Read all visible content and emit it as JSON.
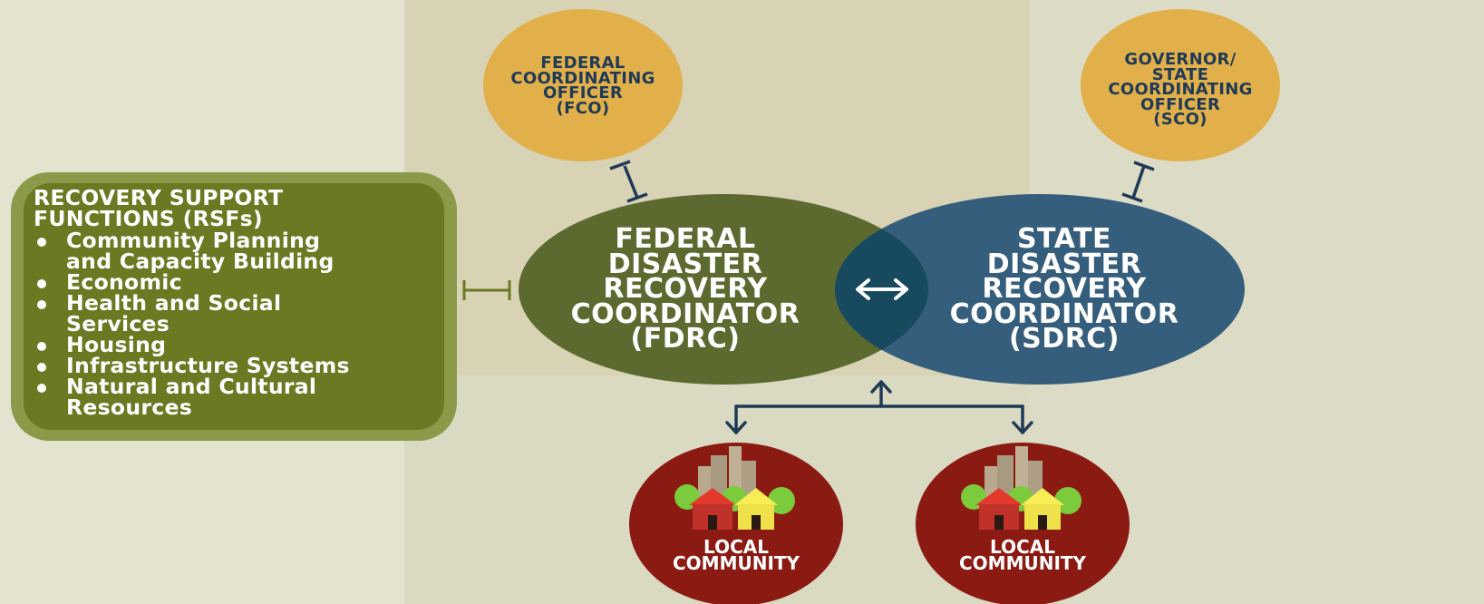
{
  "colors": {
    "background_left": "#e3e3d0",
    "background_center": "#d8d3b5",
    "background_right": "#dcdcc6",
    "rsf_box_outer": "#8a9a48",
    "rsf_box_inner": "#6a7a22",
    "fdrc_oval": "#5c6a30",
    "sdrc_oval": "#355e7c",
    "overlap": "#174a5e",
    "coordinator_circle": "#e2b04a",
    "local_circle": "#8a1a12",
    "connector_dark": "#1f3a56",
    "connector_green": "#6a7a22"
  },
  "nodes": {
    "fco": {
      "lines": [
        "FEDERAL",
        "COORDINATING",
        "OFFICER",
        "(FCO)"
      ]
    },
    "sco": {
      "lines": [
        "GOVERNOR/",
        "STATE",
        "COORDINATING",
        "OFFICER",
        "(SCO)"
      ]
    },
    "fdrc": {
      "lines": [
        "FEDERAL",
        "DISASTER",
        "RECOVERY",
        "COORDINATOR",
        "(FDRC)"
      ]
    },
    "sdrc": {
      "lines": [
        "STATE",
        "DISASTER",
        "RECOVERY",
        "COORDINATOR",
        "(SDRC)"
      ]
    },
    "local_left": {
      "lines": [
        "LOCAL",
        "COMMUNITY"
      ]
    },
    "local_right": {
      "lines": [
        "LOCAL",
        "COMMUNITY"
      ]
    }
  },
  "rsf": {
    "title_lines": [
      "RECOVERY SUPPORT",
      "FUNCTIONS (RSFs)"
    ],
    "items": [
      {
        "lines": [
          "Community Planning",
          "and Capacity Building"
        ]
      },
      {
        "lines": [
          "Economic"
        ]
      },
      {
        "lines": [
          "Health and Social",
          "Services"
        ]
      },
      {
        "lines": [
          "Housing"
        ]
      },
      {
        "lines": [
          "Infrastructure Systems"
        ]
      },
      {
        "lines": [
          "Natural and Cultural",
          "Resources"
        ]
      }
    ]
  }
}
